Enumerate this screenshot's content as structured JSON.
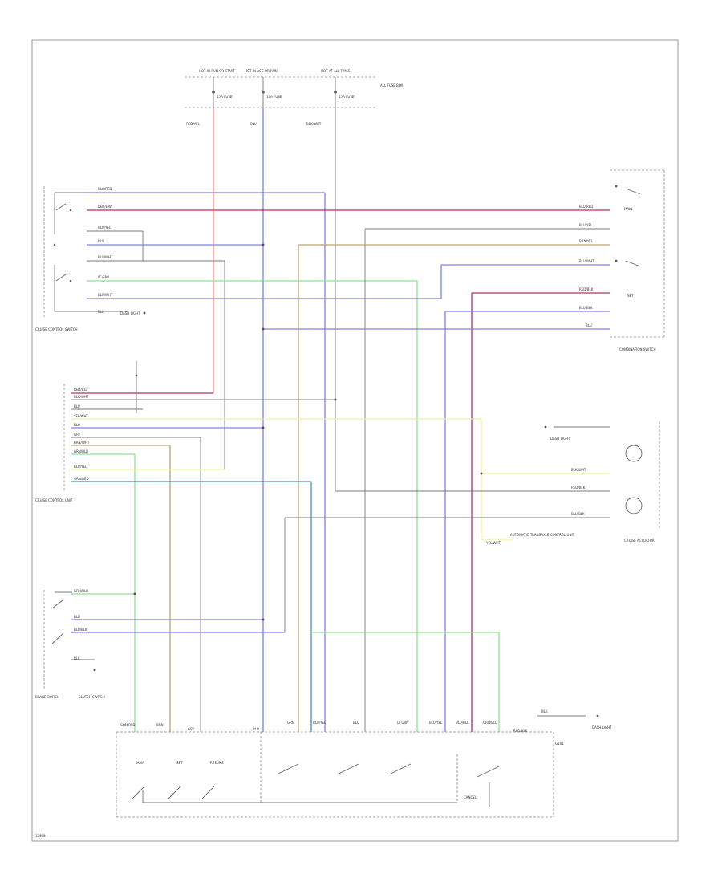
{
  "colors": {
    "red": "#f08a8a",
    "blue": "#8080f0",
    "maroon": "#b0306a",
    "gray": "#909090",
    "tan": "#c0a070",
    "green": "#90e090",
    "yellow": "#f0f0a0",
    "teal": "#4a90b0",
    "black": "#7a7a7a"
  },
  "labels": {
    "fuse1": "HOT IN RUN OR START",
    "fuse2": "HOT IN ACC OR RUN",
    "fuse3": "HOT AT ALL TIMES",
    "fusebox": "ALL FUSE BOX",
    "f1": "15A FUSE",
    "f2": "10A FUSE",
    "f3": "15A FUSE",
    "w_fuse1": "RED/YEL",
    "w_fuse2": "BLU",
    "w_fuse3": "BLK/WHT",
    "cruise_switch": "CRUISE CONTROL SWITCH",
    "control_unit": "CRUISE CONTROL UNIT",
    "brake_switch": "BRAKE SWITCH",
    "combination_switch": "COMBINATION SWITCH",
    "clutch_switch": "CLUTCH SWITCH",
    "actuator": "CRUISE ACTUATOR",
    "trans_control": "AUTOMATIC TRANSAXLE CONTROL UNIT",
    "ground_ref": "G101",
    "dash_light": "DASH LIGHT",
    "main_sw": "MAIN",
    "set_sw": "SET",
    "resume_sw": "RESUME",
    "cancel_sw": "CANCEL",
    "w_row1": "BLU/RED",
    "w_row2": "RED/BRN",
    "w_row3": "BLU/YEL",
    "w_row4": "BLU",
    "w_row5": "BLU/WHT",
    "w_row6": "LT GRN",
    "w_row7": "BLU/WHT",
    "w_cu1": "RED/BLU",
    "w_cu2": "BLK/WHT",
    "w_cu3": "BLU",
    "w_cu4": "YEL/WHT",
    "w_cu5": "BLU",
    "w_cu6": "GRY",
    "w_cu7": "BRN/WHT",
    "w_cu8": "GRN/BLU",
    "w_cu9": "BLU/YEL",
    "w_cu10": "GRN/RED",
    "w_right1": "BLU/RED",
    "w_right2": "BLU/YEL",
    "w_right3": "BRN/YEL",
    "w_right4": "BLU/WHT",
    "w_right5": "RED/BLK",
    "w_right6": "BLU/BLK",
    "w_right7": "BLU",
    "w_act1": "BLK/WHT",
    "w_act2": "RED/BLK",
    "w_act3": "BLU/BLK",
    "w_yel": "YEL/WHT",
    "w_brake1": "GRN/BLU",
    "w_brake2": "BLU",
    "w_brake3": "BLU/BLK",
    "w_blk": "BLK",
    "w_bot1": "GRN/RED",
    "w_bot2": "BRN",
    "w_bot3": "GRY",
    "w_bot4": "BLU",
    "w_bot5": "GRN",
    "w_bot6": "BLU/YEL",
    "w_bot7": "BLU",
    "w_bot8": "LT GRN",
    "w_bot9": "BLU/YEL",
    "w_bot10": "BLU/BLK",
    "w_bot11": "GRN/BLU",
    "w_bot12": "RED/BLK",
    "w_bot13": "BLK",
    "footer": "13808"
  }
}
